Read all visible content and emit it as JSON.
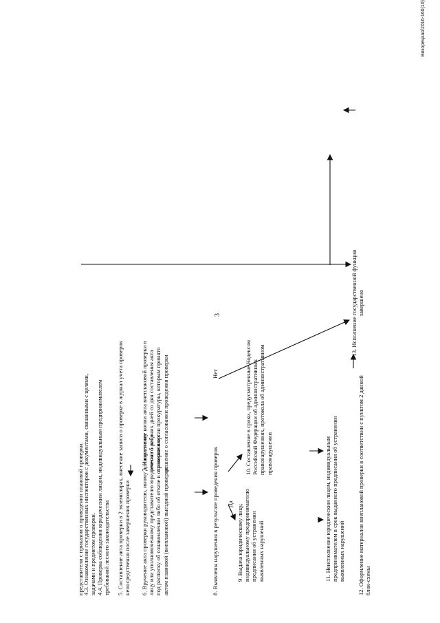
{
  "header": {
    "doc_code": "Викорецкая/2016-160(10)",
    "page_number": "3"
  },
  "steps": {
    "intro": "представители с приказом о проведении плановой проверки.",
    "s4_3": "4.3. Ознакомление государственных инспекторов с документами, связанными с целями, задачами и предметом проверки.",
    "s4_4": "4.4. Проверка соблюдения юридическим лицом, индивидуальным предпринимателем требований лесного законодательства",
    "s5": "5. Составление акта проверки в 2 экземплярах, внесение записи о проверке в журнал учета проверок непосредственно после завершения проверки",
    "s6": "6. Вручение акта проверки руководителю, иному должностному лицу или уполномоченному представителю юридического лица под расписку об ознакомлении либо об отказе в ознакомлении с актом плановой (внеплановой) выездной проверки",
    "s7": "7. Направление копии акта внеплановой проверки в течение 5 рабочих дней со дня составления акта проверки в орган прокуратуры, которым принято решение о согласовании проведения проверки",
    "s8": "8. Выявлены нарушения в результате проведения проверок",
    "s9": "9. Выдача юридическому лицу, индивидуальному предпринимателю предписания об устранении выявленных нарушений",
    "s10": "10. Составление в сроки, предусмотренные Кодексом Российской Федерации об административных правонарушениях, протокола об административном правонарушении",
    "s11": "11. Неисполнение юридическим лицом, индивидуальным предпринимателем в срок выданного предписания об устранении выявленных нарушений",
    "s12": "12. Оформление материалов внеплановой проверки в соответствии с пунктом 2 данной блок-схемы",
    "s13": "13. Исполнение государственной функции завершено",
    "yes": "Да",
    "no": "Нет"
  }
}
